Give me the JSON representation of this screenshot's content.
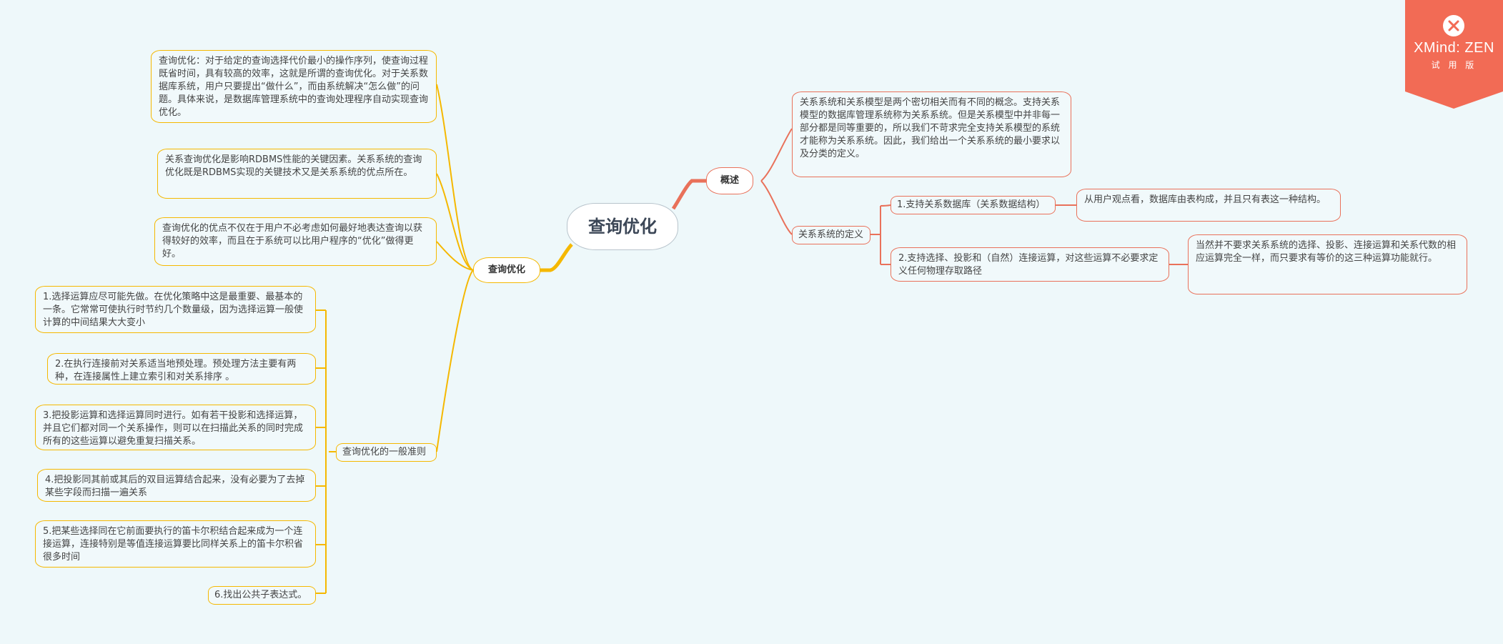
{
  "root": {
    "label": "查询优化"
  },
  "left": {
    "topic": "查询优化",
    "details": [
      "查询优化：对于给定的查询选择代价最小的操作序列，使查询过程既省时间，具有较高的效率，这就是所谓的查询优化。对于关系数据库系统，用户只要提出“做什么”，而由系统解决“怎么做”的问题。具体来说，是数据库管理系统中的查询处理程序自动实现查询优化。",
      "关系查询优化是影响RDBMS性能的关键因素。关系系统的查询优化既是RDBMS实现的关键技术又是关系系统的优点所在。",
      "查询优化的优点不仅在于用户不必考虑如何最好地表达查询以获得较好的效率，而且在于系统可以比用户程序的“优化”做得更好。"
    ],
    "rules": {
      "label": "查询优化的一般准则",
      "items": [
        "1.选择运算应尽可能先做。在优化策略中这是最重要、最基本的一条。它常常可使执行时节约几个数量级，因为选择运算一般使计算的中间结果大大变小",
        "2.在执行连接前对关系适当地预处理。预处理方法主要有两种，在连接属性上建立索引和对关系排序 。",
        "3.把投影运算和选择运算同时进行。如有若干投影和选择运算，并且它们都对同一个关系操作，则可以在扫描此关系的同时完成所有的这些运算以避免重复扫描关系。",
        "4.把投影同其前或其后的双目运算结合起来，没有必要为了去掉某些字段而扫描一遍关系",
        "5.把某些选择同在它前面要执行的笛卡尔积结合起来成为一个连接运算，连接特别是等值连接运算要比同样关系上的笛卡尔积省很多时间",
        "6.找出公共子表达式。"
      ]
    }
  },
  "right": {
    "topic": "概述",
    "overview": "关系系统和关系模型是两个密切相关而有不同的概念。支持关系模型的数据库管理系统称为关系系统。但是关系模型中并非每一部分都是同等重要的，所以我们不苛求完全支持关系模型的系统才能称为关系系统。因此，我们给出一个关系系统的最小要求以及分类的定义。",
    "definition": {
      "label": "关系系统的定义",
      "items": [
        {
          "label": "1.支持关系数据库（关系数据结构）",
          "detail": "从用户观点看，数据库由表构成，并且只有表这一种结构。"
        },
        {
          "label": "2.支持选择、投影和（自然）连接运算，对这些运算不必要求定义任何物理存取路径",
          "detail": "当然并不要求关系系统的选择、投影、连接运算和关系代数的相应运算完全一样，而只要求有等价的这三种运算功能就行。"
        }
      ]
    }
  },
  "watermark": {
    "brand": "XMind: ZEN",
    "trial": "试 用 版"
  },
  "colors": {
    "left_branch": "#f5b800",
    "right_branch": "#e9715a",
    "background": "#eef8fa",
    "watermark": "#f26b55"
  }
}
